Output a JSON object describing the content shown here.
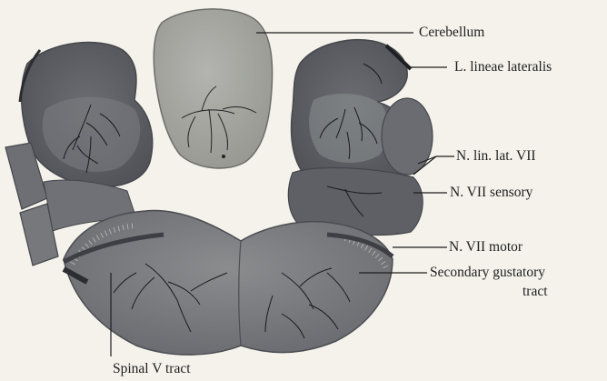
{
  "labels": {
    "cerebellum": "Cerebellum",
    "l_lineae_lateralis": "L. lineae lateralis",
    "n_lin_lat_vii": "N. lin. lat. VII",
    "n_vii_sensory": "N. VII sensory",
    "n_vii_motor": "N. VII motor",
    "secondary_gustatory_line1": "Secondary  gustatory",
    "secondary_gustatory_line2": "tract",
    "spinal_v_tract": "Spinal V tract"
  },
  "colors": {
    "background": "#f4f2ea",
    "tissue_dark": "#5b5d63",
    "tissue_mid": "#77797d",
    "tissue_light": "#9a9c9c",
    "cerebellum_fill": "#a7a8a4",
    "vessel": "#1b1b1e",
    "leader_line": "#1e1e1e"
  }
}
